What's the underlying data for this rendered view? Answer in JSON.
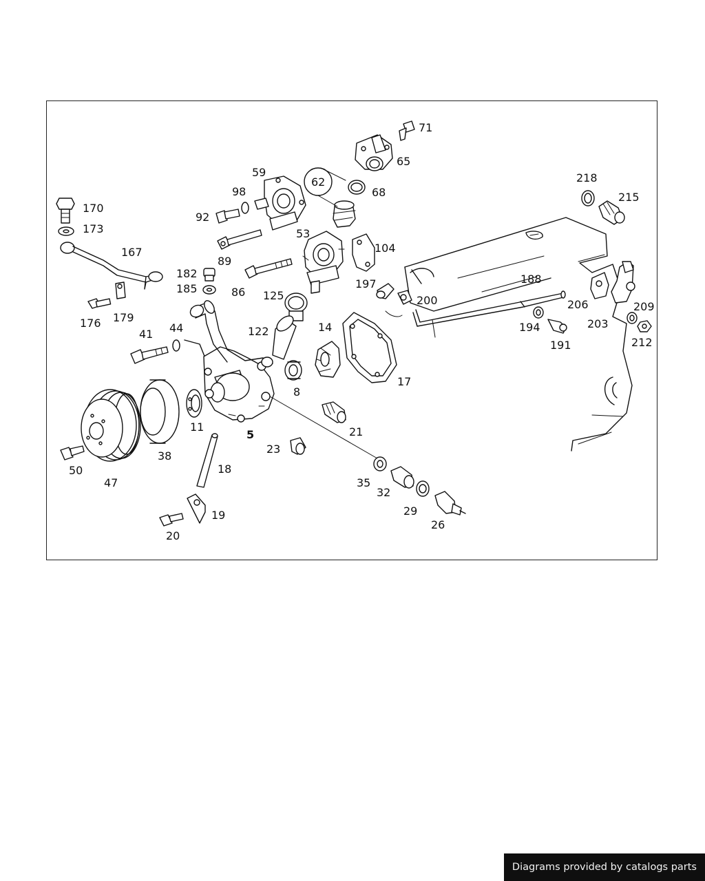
{
  "credit": "Diagrams provided by catalogs parts",
  "callouts": [
    {
      "id": "170",
      "text": "170"
    },
    {
      "id": "173",
      "text": "173"
    },
    {
      "id": "167",
      "text": "167"
    },
    {
      "id": "176",
      "text": "176"
    },
    {
      "id": "179",
      "text": "179"
    },
    {
      "id": "182",
      "text": "182"
    },
    {
      "id": "185",
      "text": "185"
    },
    {
      "id": "86",
      "text": "86"
    },
    {
      "id": "89",
      "text": "89"
    },
    {
      "id": "92",
      "text": "92"
    },
    {
      "id": "98",
      "text": "98"
    },
    {
      "id": "59",
      "text": "59"
    },
    {
      "id": "62",
      "text": "62"
    },
    {
      "id": "68",
      "text": "68"
    },
    {
      "id": "65",
      "text": "65"
    },
    {
      "id": "71",
      "text": "71"
    },
    {
      "id": "53",
      "text": "53"
    },
    {
      "id": "104",
      "text": "104"
    },
    {
      "id": "125",
      "text": "125"
    },
    {
      "id": "122",
      "text": "122"
    },
    {
      "id": "14",
      "text": "14"
    },
    {
      "id": "197",
      "text": "197"
    },
    {
      "id": "200",
      "text": "200"
    },
    {
      "id": "188",
      "text": "188"
    },
    {
      "id": "218",
      "text": "218"
    },
    {
      "id": "215",
      "text": "215"
    },
    {
      "id": "206",
      "text": "206"
    },
    {
      "id": "209",
      "text": "209"
    },
    {
      "id": "203",
      "text": "203"
    },
    {
      "id": "212",
      "text": "212"
    },
    {
      "id": "194",
      "text": "194"
    },
    {
      "id": "191",
      "text": "191"
    },
    {
      "id": "41",
      "text": "41"
    },
    {
      "id": "44",
      "text": "44"
    },
    {
      "id": "8",
      "text": "8"
    },
    {
      "id": "17",
      "text": "17"
    },
    {
      "id": "11",
      "text": "11"
    },
    {
      "id": "5",
      "text": "5"
    },
    {
      "id": "21",
      "text": "21"
    },
    {
      "id": "38",
      "text": "38"
    },
    {
      "id": "47",
      "text": "47"
    },
    {
      "id": "50",
      "text": "50"
    },
    {
      "id": "18",
      "text": "18"
    },
    {
      "id": "23",
      "text": "23"
    },
    {
      "id": "35",
      "text": "35"
    },
    {
      "id": "32",
      "text": "32"
    },
    {
      "id": "29",
      "text": "29"
    },
    {
      "id": "26",
      "text": "26"
    },
    {
      "id": "19",
      "text": "19"
    },
    {
      "id": "20",
      "text": "20"
    }
  ]
}
